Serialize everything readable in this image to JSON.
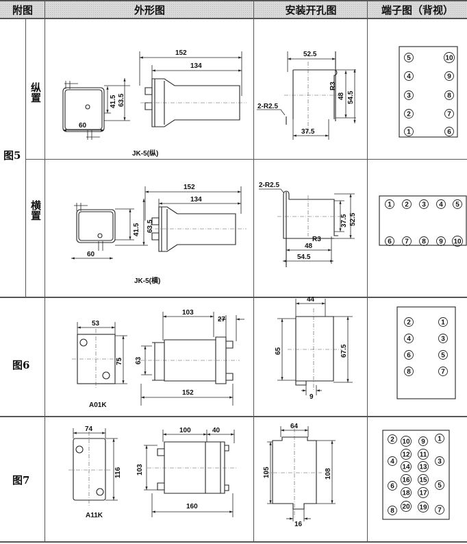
{
  "header": {
    "col_fig": "附图",
    "col_outline": "外形图",
    "col_mount": "安装开孔图",
    "col_terminal": "端子图（背视）"
  },
  "fig5": {
    "label": "图5",
    "vertical": {
      "orientation": "纵置",
      "outline": {
        "w": "60",
        "h1": "41.5",
        "h2": "63.5",
        "l1": "152",
        "l2": "134",
        "caption": "JK-5(纵)"
      },
      "mount": {
        "w": "52.5",
        "h1": "48",
        "h2": "54.5",
        "b": "37.5",
        "r1": "2-R2.5",
        "r2": "R3"
      },
      "terminals": [
        "5",
        "4",
        "3",
        "2",
        "1",
        "10",
        "9",
        "8",
        "7",
        "6"
      ]
    },
    "horizontal": {
      "orientation": "横置",
      "outline": {
        "w": "60",
        "h1": "41.5",
        "h2": "63.5",
        "l1": "152",
        "l2": "134",
        "caption": "JK-5(横)"
      },
      "mount": {
        "r1": "2-R2.5",
        "h1": "37.5",
        "h2": "52.5",
        "r2": "R3",
        "w1": "48",
        "w2": "54.5"
      },
      "terminals": [
        "1",
        "2",
        "3",
        "4",
        "5",
        "6",
        "7",
        "8",
        "9",
        "10"
      ]
    }
  },
  "fig6": {
    "label": "图6",
    "outline": {
      "w": "53",
      "h": "75",
      "l1": "103",
      "l2": "27",
      "h2": "63",
      "l3": "152",
      "caption": "A01K"
    },
    "mount": {
      "w": "44",
      "h1": "65",
      "h2": "67.5",
      "b": "9"
    },
    "terminals": [
      "2",
      "1",
      "4",
      "3",
      "6",
      "5",
      "8",
      "7"
    ]
  },
  "fig7": {
    "label": "图7",
    "outline": {
      "w": "74",
      "h": "116",
      "l1": "100",
      "l2": "40",
      "h2": "103",
      "l3": "160",
      "caption": "A11K"
    },
    "mount": {
      "w": "64",
      "h1": "105",
      "h2": "108",
      "b": "16"
    },
    "terminals": [
      "2",
      "10",
      "9",
      "1",
      "12",
      "11",
      "4",
      "3",
      "14",
      "13",
      "16",
      "15",
      "6",
      "5",
      "18",
      "17",
      "8",
      "20",
      "19",
      "7"
    ]
  }
}
